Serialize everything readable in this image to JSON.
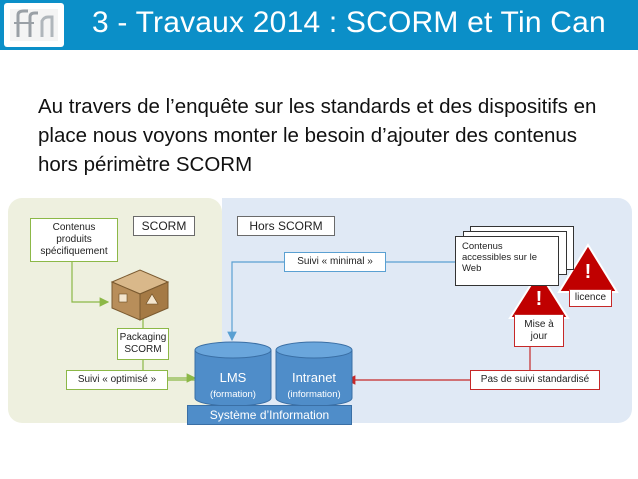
{
  "slide": {
    "title": "3 - Travaux 2014 : SCORM et Tin Can",
    "intro": "Au travers de l’enquête sur les standards et des dispositifs en place nous voyons monter le besoin d’ajouter des contenus hors périmètre SCORM"
  },
  "diagram": {
    "left_zone": "SCORM",
    "right_zone": "Hors SCORM",
    "contenus_produits": "Contenus produits spécifiquement",
    "packaging": "Packaging SCORM",
    "suivi_optimise": "Suivi « optimisé »",
    "suivi_minimal": "Suivi « minimal »",
    "contenus_web": "Contenus accessibles sur le Web",
    "warning_mark": "!",
    "licence": "licence",
    "mise_a_jour": "Mise à jour",
    "lms": "LMS",
    "lms_sub": "(formation)",
    "intranet": "Intranet",
    "intranet_sub": "(information)",
    "pas_de_suivi": "Pas de suivi standardisé",
    "systeme_information": "Système d’Information"
  },
  "colors": {
    "header": "#0b8fc8",
    "left_panel": "#eef0df",
    "right_panel": "#e0e9f5",
    "cylinder": "#4f8dc9",
    "warning": "#c00000",
    "arrow_red": "#c62828",
    "arrow_green": "#8cb847",
    "arrow_blue": "#5aa0d2"
  }
}
